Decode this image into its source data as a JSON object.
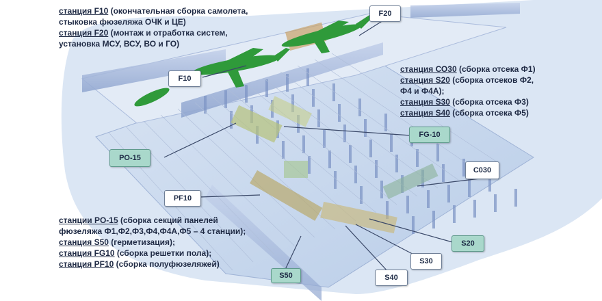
{
  "top_left_text": {
    "lines": [
      {
        "u": "станция F10",
        "t": " (окончательная сборка самолета,"
      },
      {
        "u": "",
        "t": "стыковка фюзеляжа ОЧК и ЦЕ)"
      },
      {
        "u": "станция F20",
        "t": " (монтаж  и отработка систем,"
      },
      {
        "u": "",
        "t": "установка  МСУ, ВСУ,  ВО и ГО)"
      }
    ]
  },
  "right_text": {
    "lines": [
      {
        "u": "станция СО30",
        "t": " (сборка отсека Ф1)"
      },
      {
        "u": "станция S20",
        "t": " (сборка отсеков Ф2,"
      },
      {
        "u": "",
        "t": "Ф4 и Ф4А);"
      },
      {
        "u": "станция S30",
        "t": " (сборка отсека Ф3)"
      },
      {
        "u": "станция S40",
        "t": " (сборка отсека Ф5)"
      }
    ]
  },
  "bottom_left_text": {
    "lines": [
      {
        "u": "станции PO-15",
        "t": " (сборка секций панелей"
      },
      {
        "u": "",
        "t": "фюзеляжа Ф1,Ф2,Ф3,Ф4,Ф4А,Ф5 – 4 станции);"
      },
      {
        "u": "станция S50",
        "t": " (герметизация);"
      },
      {
        "u": "станция FG10",
        "t": " (сборка решетки пола);"
      },
      {
        "u": "станция PF10",
        "t": " (сборка полуфюзеляжей)"
      }
    ]
  },
  "station_labels": {
    "f20": "F20",
    "f10": "F10",
    "fg10": "FG-10",
    "po15": "PO-15",
    "c030": "C030",
    "pf10": "PF10",
    "s20": "S20",
    "s30": "S30",
    "s40": "S40",
    "s50": "S50"
  },
  "colors": {
    "hall_floor": "#c9d9ee",
    "wall": "#aebfe0",
    "aircraft": "#2f9a3a",
    "label_green": "#a9d8cb",
    "label_white": "#ffffff",
    "text": "#1f2a44"
  }
}
